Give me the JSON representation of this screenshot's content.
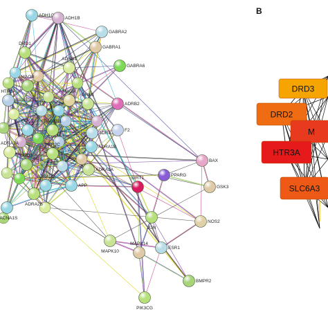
{
  "panel_b_letter": "B",
  "colors": {
    "edge_palette": [
      "#2f3a8f",
      "#6a2aa0",
      "#8bc34a",
      "#1fb6c9",
      "#d4d400",
      "#444444",
      "#c83a8a",
      "#111111"
    ],
    "hub_text": "#111111"
  },
  "network_a": {
    "nodes": [
      {
        "label": "ADH1C",
        "color": "#9ad7e6"
      },
      {
        "label": "ADH1B",
        "color": "#d6b2d2"
      },
      {
        "label": "GABRA2",
        "color": "#b8dde8"
      },
      {
        "label": "GABRA1",
        "color": "#e0c9a6"
      },
      {
        "label": "DRD1",
        "color": "#b7e07c"
      },
      {
        "label": "GABRA6",
        "color": "#7ed957"
      },
      {
        "label": "ADRB1",
        "color": "#d9ec9e"
      },
      {
        "label": "MAOB",
        "color": "#a8d57a"
      },
      {
        "label": "HTR3A",
        "color": "#b6cfe6"
      },
      {
        "label": "MAOA",
        "color": "#e2d6a0"
      },
      {
        "label": "GRM1",
        "color": "#c8e396"
      },
      {
        "label": "ADRB2",
        "color": "#e06db8"
      },
      {
        "label": "DRD2",
        "color": "#9ad7e6"
      },
      {
        "label": "GABBR1",
        "color": "#b7e07c"
      },
      {
        "label": "ADRA1D",
        "color": "#b8dde8"
      },
      {
        "label": "F2",
        "color": "#c7d4f0"
      },
      {
        "label": "ADRA2A",
        "color": "#d9ec9e"
      },
      {
        "label": "HTR2C",
        "color": "#b7e07c"
      },
      {
        "label": "ADRA1B",
        "color": "#9ad7e6"
      },
      {
        "label": "DRD3",
        "color": "#a8d57a"
      },
      {
        "label": "ADRA1A",
        "color": "#c8e396"
      },
      {
        "label": "BAX",
        "color": "#e8a6c8"
      },
      {
        "label": "ADRA2C",
        "color": "#9ad7e6"
      },
      {
        "label": "APP",
        "color": "#9ad7e6"
      },
      {
        "label": "SIRT1",
        "color": "#d81b60"
      },
      {
        "label": "PPARG",
        "color": "#8a5cd6"
      },
      {
        "label": "GSK3",
        "color": "#e0c9a6"
      },
      {
        "label": "ADRA2B",
        "color": "#b7e07c"
      },
      {
        "label": "CACNA1S",
        "color": "#9ad7e6"
      },
      {
        "label": "JUN",
        "color": "#b7e07c"
      },
      {
        "label": "NOS2",
        "color": "#e0d2a8"
      },
      {
        "label": "MAPK10",
        "color": "#c8e396"
      },
      {
        "label": "ESR1",
        "color": "#b8dde8"
      },
      {
        "label": "MAPK14",
        "color": "#e0c9a6"
      },
      {
        "label": "BMPR2",
        "color": "#a8d57a"
      },
      {
        "label": "PIK3CG",
        "color": "#b7e07c"
      }
    ],
    "extra_node_colors": [
      "#b7e07c",
      "#9ad7e6",
      "#e0c9a6",
      "#c8e396",
      "#b8dde8",
      "#d9ec9e",
      "#a8d57a",
      "#d6b2d2",
      "#7ed957",
      "#b6cfe6"
    ]
  },
  "network_b": {
    "nodes": [
      {
        "label": "DRD3",
        "color": "#f5a400"
      },
      {
        "label": "DRD2",
        "color": "#ef6c12"
      },
      {
        "label": "M",
        "color": "#e83a1e"
      },
      {
        "label": "HTR3A",
        "color": "#e61a1a"
      },
      {
        "label": "SLC6A3",
        "color": "#ee5a16"
      }
    ]
  }
}
